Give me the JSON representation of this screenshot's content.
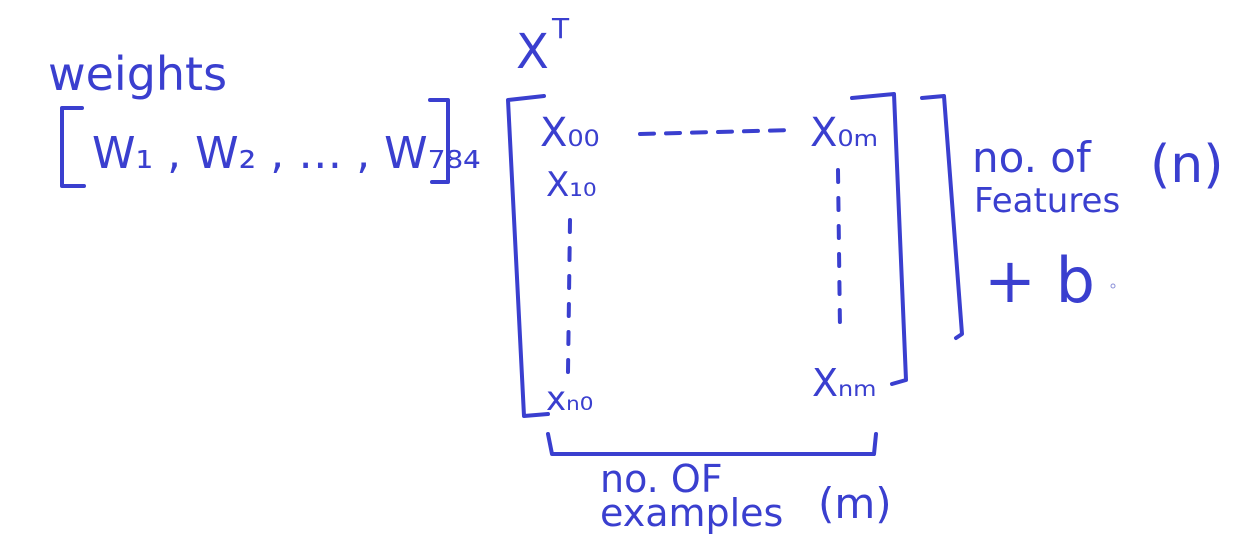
{
  "weights": {
    "title": "weights",
    "vector": "W₁ , W₂ , … , W₇₈₄"
  },
  "matrix": {
    "label": "X",
    "label_sup": "T",
    "cells": {
      "top_left": "X₀₀",
      "top_right": "X₀ₘ",
      "second_left": "X₁₀",
      "bottom_left": "xₙ₀",
      "bottom_right": "Xₙₘ"
    }
  },
  "features": {
    "line1": "no. of",
    "line2": "Features",
    "symbol": "(n)"
  },
  "bias": "+ b",
  "examples": {
    "line1": "no. OF",
    "line2": "examples",
    "symbol": "(m)"
  }
}
